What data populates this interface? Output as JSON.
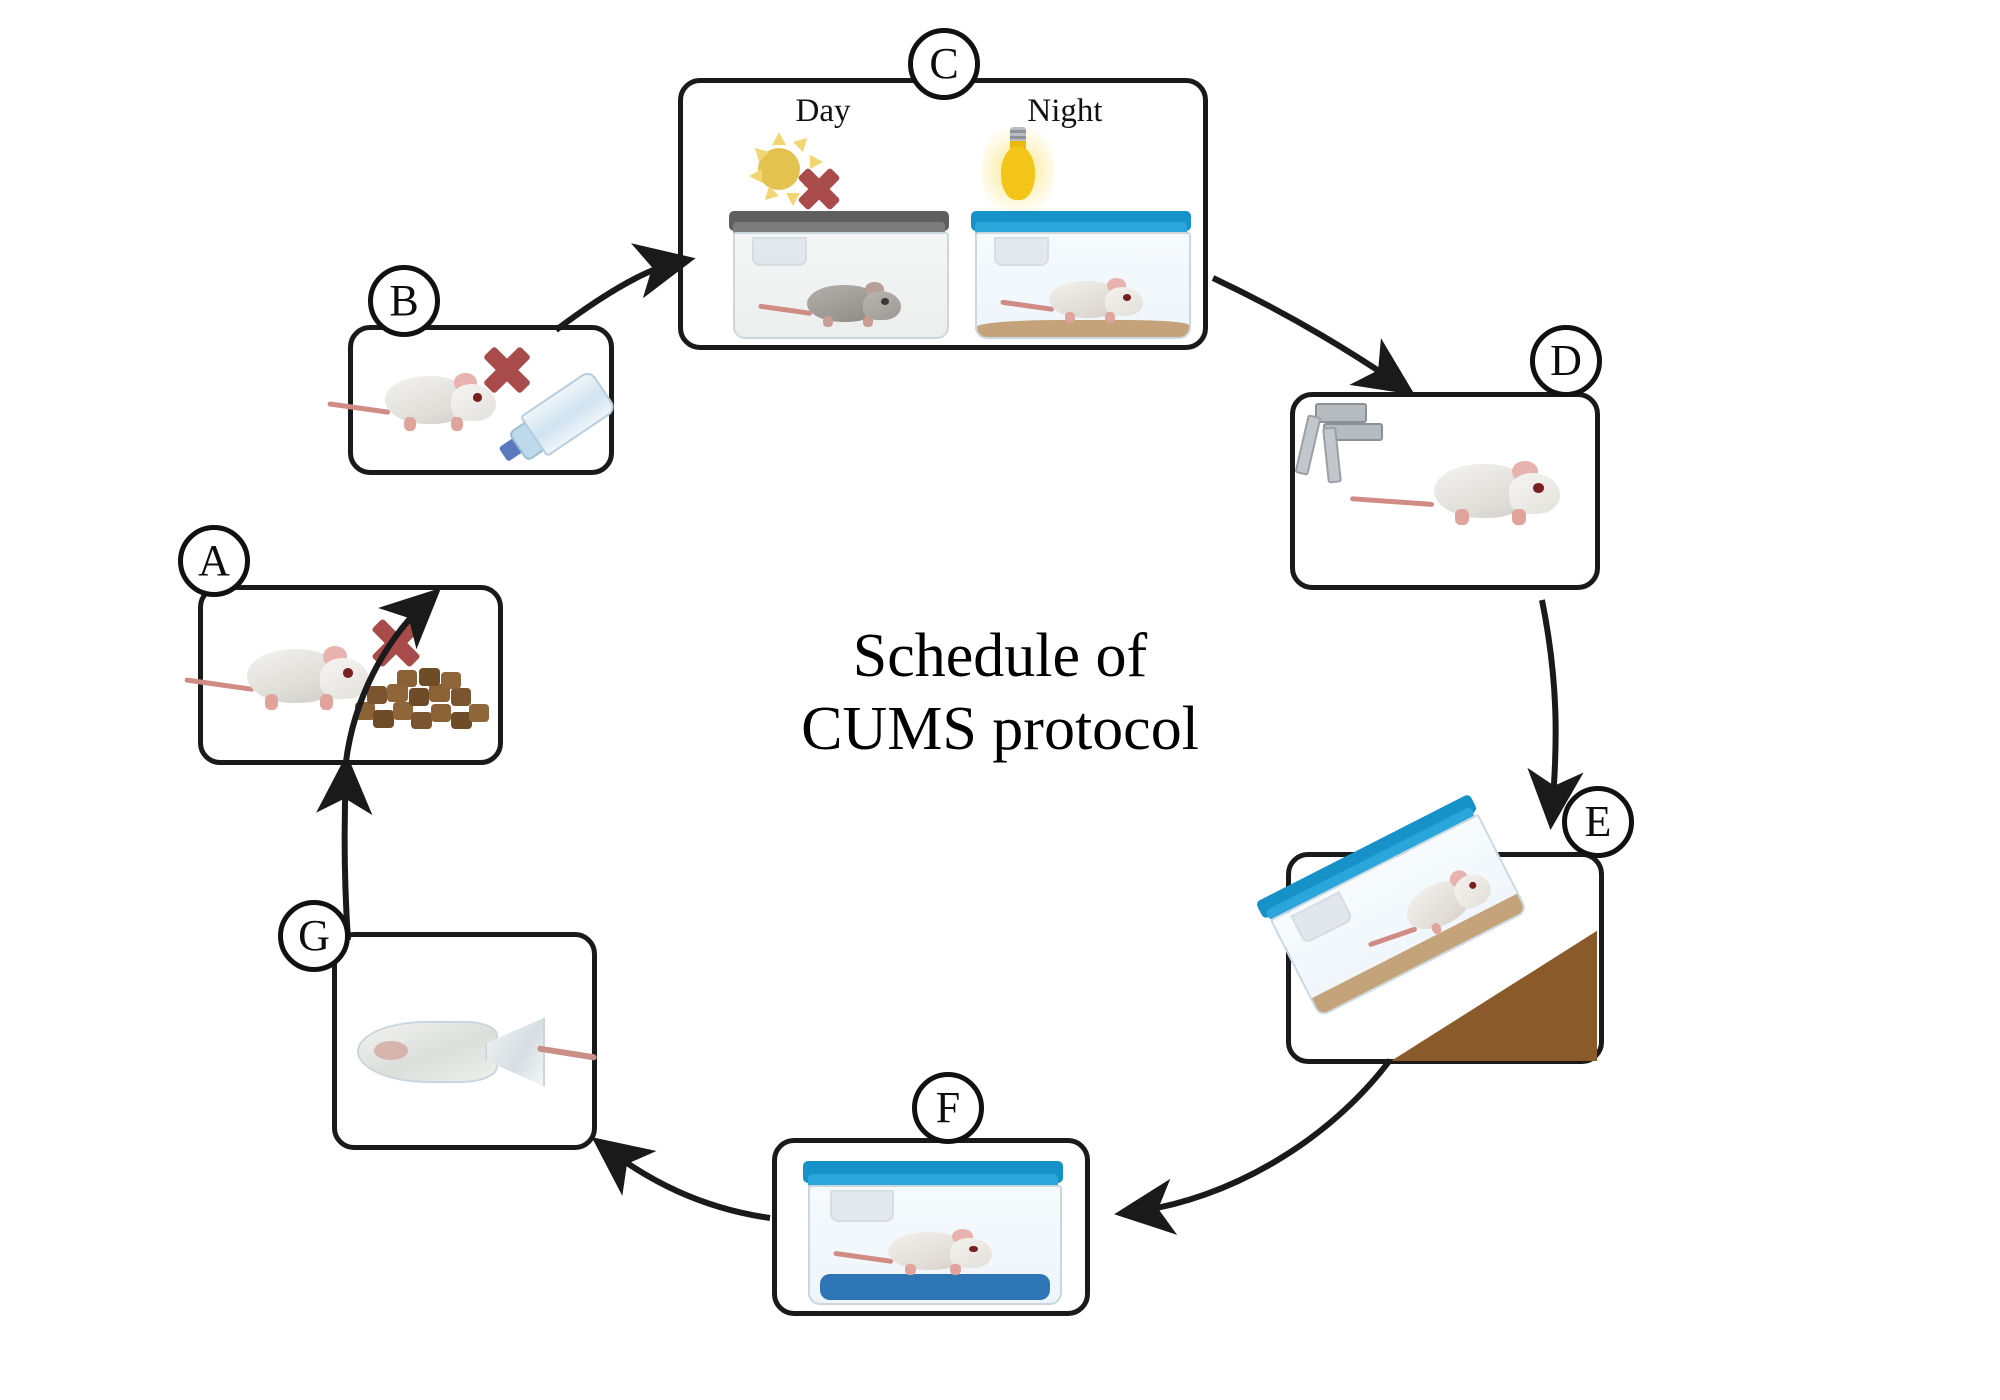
{
  "diagram": {
    "title_line1": "Schedule of",
    "title_line2": "CUMS protocol",
    "flow_type": "cycle",
    "panel_count": 7
  },
  "panels": [
    {
      "id": "A",
      "label": "A",
      "stressor": "food deprivation",
      "elements": [
        "rat",
        "red-x-mark",
        "food-pellets"
      ]
    },
    {
      "id": "B",
      "label": "B",
      "stressor": "water deprivation",
      "elements": [
        "rat",
        "red-x-mark",
        "water-bottle"
      ]
    },
    {
      "id": "C",
      "label": "C",
      "stressor": "reversed light-dark cycle",
      "day_label": "Day",
      "night_label": "Night",
      "elements": [
        "sun-icon",
        "red-x-mark",
        "dark-cage",
        "lightbulb-icon",
        "lit-cage"
      ]
    },
    {
      "id": "D",
      "label": "D",
      "stressor": "tail pinching",
      "elements": [
        "rat",
        "clamp"
      ]
    },
    {
      "id": "E",
      "label": "E",
      "stressor": "cage tilting",
      "elements": [
        "tilted-cage",
        "wedge-ramp",
        "rat"
      ]
    },
    {
      "id": "F",
      "label": "F",
      "stressor": "damp bedding",
      "elements": [
        "cage",
        "water-layer",
        "rat"
      ]
    },
    {
      "id": "G",
      "label": "G",
      "stressor": "restraint stress",
      "elements": [
        "restraint-bag",
        "rat"
      ]
    }
  ],
  "colors": {
    "x_mark_red": "#A94B4B",
    "sun_yellow": "#E4C24F",
    "bulb_yellow": "#F2C518",
    "cage_lid_blue": "#1792C8",
    "cage_lid_grey": "#6E6E6E",
    "water_blue": "#2E75B6",
    "bedding_tan": "#C4A37A",
    "wedge_brown": "#8B5A2B",
    "outline_black": "#1A1A1A"
  }
}
